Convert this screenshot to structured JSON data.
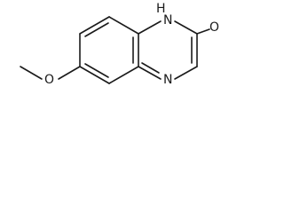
{
  "molecule": {
    "atoms": {
      "nh": "H",
      "n1": "N",
      "o_carbonyl": "O",
      "n4": "N",
      "o_methoxy": "O"
    }
  }
}
